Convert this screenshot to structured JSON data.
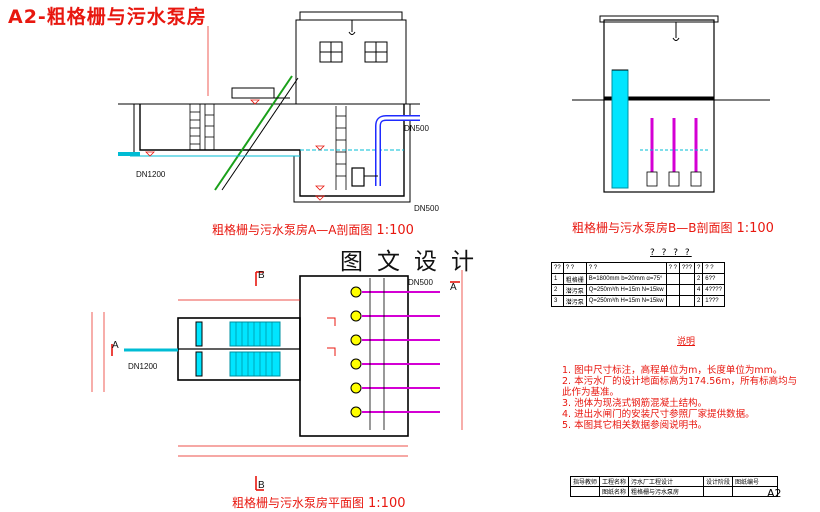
{
  "sheet_title": "A2-粗格栅与污水泵房",
  "watermark": "图文设计",
  "section_aa": {
    "caption": "粗格栅与污水泵房A—A剖面图",
    "scale": "1:100",
    "pipe_out_top": "DN500",
    "pipe_in": "DN1200",
    "pipe_out_bottom": "DN500"
  },
  "section_bb": {
    "caption": "粗格栅与污水泵房B—B剖面图",
    "scale": "1:100"
  },
  "plan": {
    "caption": "粗格栅与污水泵房平面图",
    "scale": "1:100",
    "label_b_top": "B",
    "label_b_bottom": "B",
    "label_a_left": "A",
    "label_a_right": "A",
    "pipe_in": "DN1200",
    "pipe_out": "DN500"
  },
  "equipment_table": {
    "title": "? ? ? ?",
    "headers": [
      "??",
      "?  ?",
      "?  ?",
      "?  ?",
      "???",
      "?",
      "?  ?"
    ],
    "rows": [
      [
        "1",
        "粗格栅",
        "B=1800mm b=20mm α=75°",
        "",
        "",
        "2",
        "6??"
      ],
      [
        "2",
        "潜污泵",
        "Q=250m³/h H=15m N=15kw",
        "",
        "",
        "4",
        "4????"
      ],
      [
        "3",
        "潜污泵",
        "Q=250m³/h H=15m N=15kw",
        "",
        "",
        "2",
        "1???"
      ]
    ]
  },
  "notes": {
    "title": "说明",
    "items": [
      "1. 图中尺寸标注，高程单位为m，长度单位为mm。",
      "2. 本污水厂的设计地面标高为174.56m，所有标高均与",
      "    此作为基准。",
      "3. 池体为现浇式钢筋混凝土结构。",
      "4. 进出水闸门的安装尺寸参照厂家提供数据。",
      "5. 本图其它相关数据参阅说明书。"
    ]
  },
  "title_block": {
    "project": "污水厂工程设计",
    "drawing_name": "粗格栅与污水泵房",
    "r1c1": "工程名称",
    "r1c3": "设计阶段",
    "r1c4": "图纸编号",
    "drawing_no": "A2",
    "r2c1": "图纸名称",
    "left_label": "指导教师"
  },
  "colors": {
    "linework": "#000000",
    "red": "#e8170f",
    "cyan": "#00bcd4",
    "blue": "#1f2bff",
    "magenta": "#d400d4",
    "yellow": "#ffff00",
    "green": "#1aa01a"
  }
}
